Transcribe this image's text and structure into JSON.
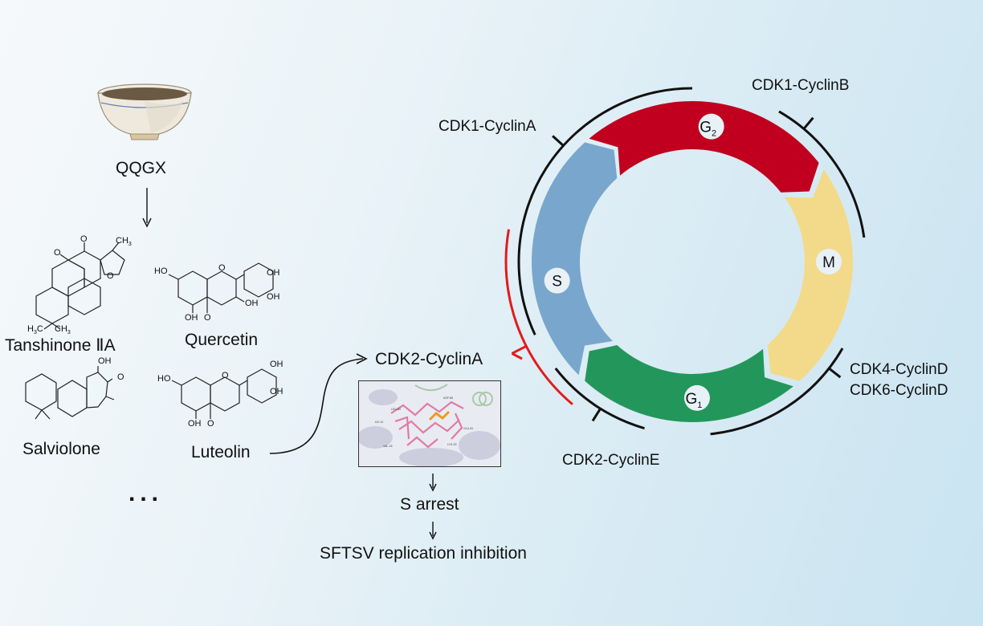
{
  "diagram": {
    "source": {
      "name": "QQGX",
      "icon": "herbal-decoction-bowl"
    },
    "compounds": [
      {
        "name": "Tanshinone ⅡA",
        "structure": "tanshinone-IIA-structure",
        "groups": [
          "O",
          "O",
          "CH3",
          "O",
          "H3C",
          "CH3"
        ]
      },
      {
        "name": "Quercetin",
        "structure": "quercetin-structure",
        "groups": [
          "HO",
          "O",
          "OH",
          "OH",
          "OH",
          "OH",
          "O"
        ]
      },
      {
        "name": "Salviolone",
        "structure": "salviolone-structure",
        "groups": [
          "OH",
          "O"
        ]
      },
      {
        "name": "Luteolin",
        "structure": "luteolin-structure",
        "groups": [
          "HO",
          "O",
          "OH",
          "OH",
          "OH",
          "O"
        ]
      }
    ],
    "ellipsis": "...",
    "target": {
      "name": "CDK2-CyclinA",
      "image": "molecular-docking-view"
    },
    "outcomes": [
      "S arrest",
      "SFTSV replication inhibition"
    ],
    "cell_cycle": {
      "phases": [
        {
          "id": "G2",
          "label": "G",
          "sub": "2",
          "color": "#c0001e"
        },
        {
          "id": "M",
          "label": "M",
          "sub": "",
          "color": "#f3da8a"
        },
        {
          "id": "G1",
          "label": "G",
          "sub": "1",
          "color": "#23975b"
        },
        {
          "id": "S",
          "label": "S",
          "sub": "",
          "color": "#79a6cc"
        }
      ],
      "complexes": [
        {
          "label": "CDK1-CyclinB"
        },
        {
          "label": "CDK1-CyclinA"
        },
        {
          "label": "CDK4-CyclinD"
        },
        {
          "label": "CDK6-CyclinD"
        },
        {
          "label": "CDK2-CyclinE"
        }
      ],
      "inhibited_complex": "CDK2-CyclinA",
      "inhibition_color": "#e31b1b"
    }
  }
}
